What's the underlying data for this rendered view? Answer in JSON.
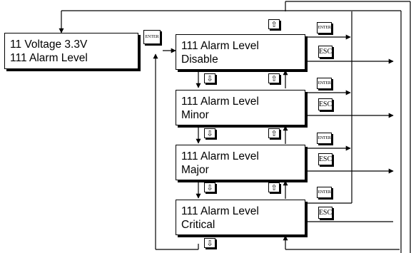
{
  "source_box": {
    "line1": "11 Voltage 3.3V",
    "line2": "111 Alarm Level"
  },
  "level_boxes": [
    {
      "line1": "111 Alarm Level",
      "line2": "Disable"
    },
    {
      "line1": "111 Alarm Level",
      "line2": "Minor"
    },
    {
      "line1": "111 Alarm Level",
      "line2": "Major"
    },
    {
      "line1": "111 Alarm Level",
      "line2": "Critical"
    }
  ],
  "keys": {
    "enter": "ENTER",
    "esc": "ESC",
    "up_icon": "arrow-up-key-icon",
    "down_icon": "arrow-down-key-icon"
  },
  "colors": {
    "line": "#000000",
    "background": "#ffffff"
  }
}
